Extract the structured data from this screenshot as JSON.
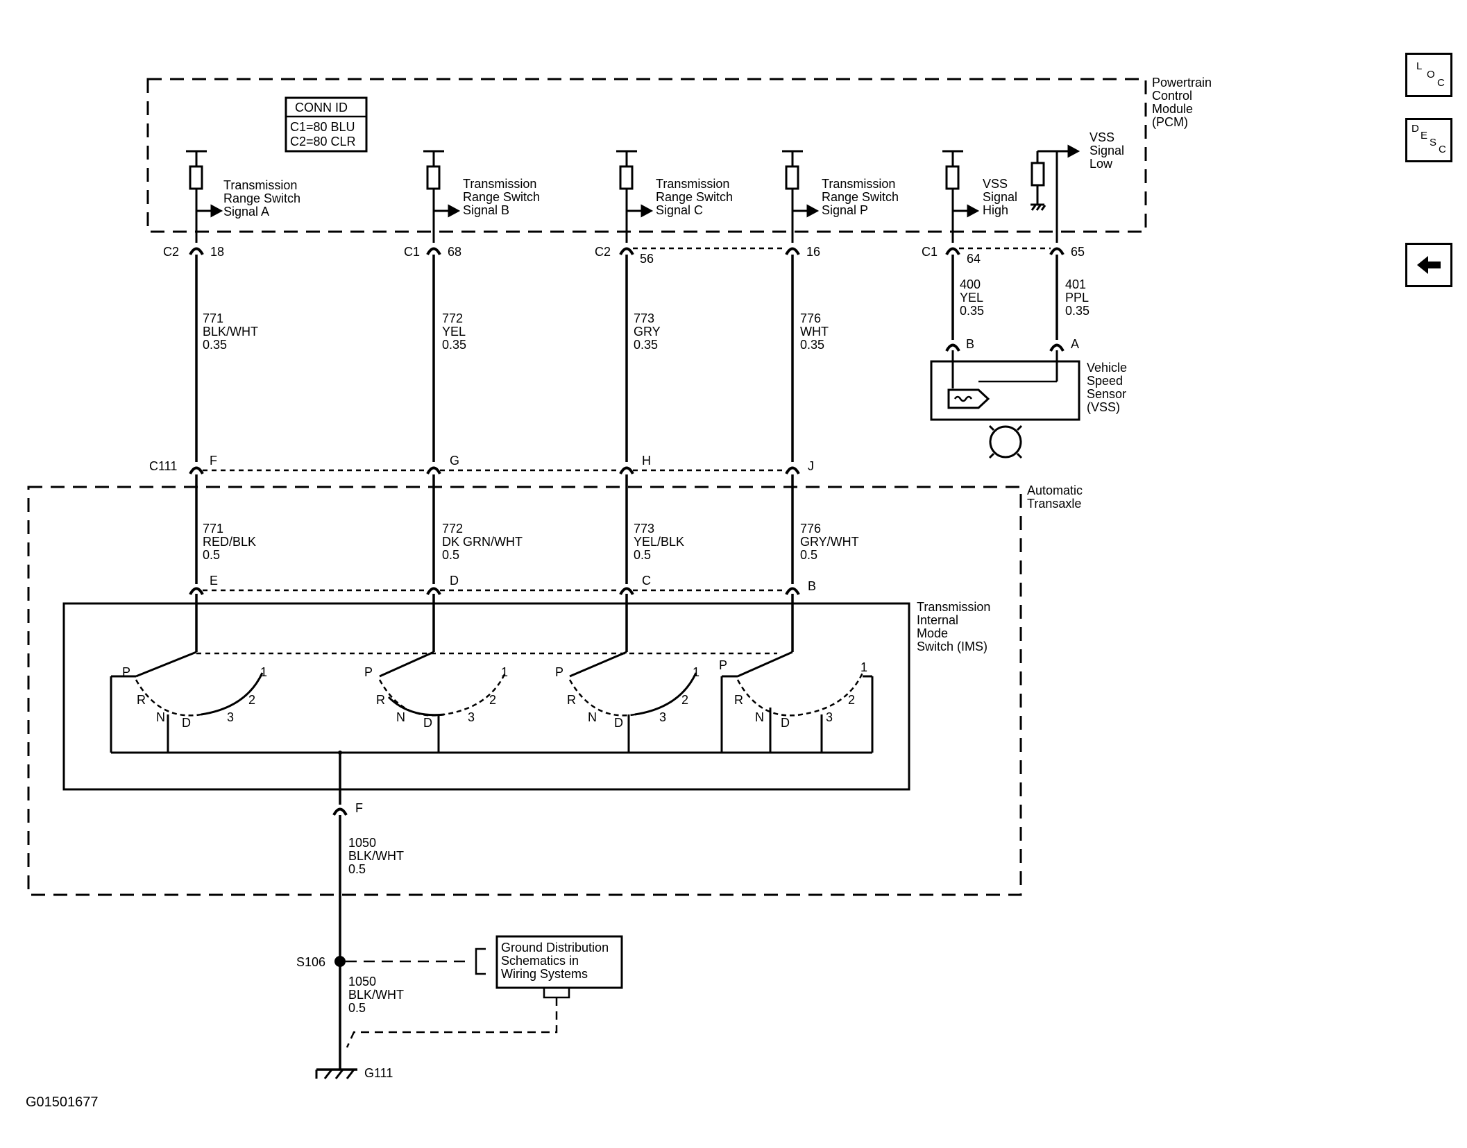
{
  "pcm": {
    "label": [
      "Powertrain",
      "Control",
      "Module",
      "(PCM)"
    ],
    "conn_id_title": "CONN ID",
    "conn_id_rows": [
      "C1=80 BLU",
      "C2=80 CLR"
    ],
    "signals": [
      {
        "lines": [
          "Transmission",
          "Range Switch",
          "Signal A"
        ]
      },
      {
        "lines": [
          "Transmission",
          "Range Switch",
          "Signal B"
        ]
      },
      {
        "lines": [
          "Transmission",
          "Range Switch",
          "Signal C"
        ]
      },
      {
        "lines": [
          "Transmission",
          "Range Switch",
          "Signal P"
        ]
      },
      {
        "lines": [
          "VSS",
          "Signal",
          "High"
        ]
      },
      {
        "lines": [
          "VSS",
          "Signal",
          "Low"
        ]
      }
    ],
    "pins": [
      {
        "conn": "C2",
        "pin": "18"
      },
      {
        "conn": "C1",
        "pin": "68"
      },
      {
        "conn": "C2",
        "pin": "56"
      },
      {
        "conn": "",
        "pin": "16"
      },
      {
        "conn": "C1",
        "pin": "64"
      },
      {
        "conn": "",
        "pin": "65"
      }
    ]
  },
  "upper_wires": [
    {
      "circuit": "771",
      "color": "BLK/WHT",
      "gauge": "0.35"
    },
    {
      "circuit": "772",
      "color": "YEL",
      "gauge": "0.35"
    },
    {
      "circuit": "773",
      "color": "GRY",
      "gauge": "0.35"
    },
    {
      "circuit": "776",
      "color": "WHT",
      "gauge": "0.35"
    },
    {
      "circuit": "400",
      "color": "YEL",
      "gauge": "0.35"
    },
    {
      "circuit": "401",
      "color": "PPL",
      "gauge": "0.35"
    }
  ],
  "vss": {
    "label": [
      "Vehicle",
      "Speed",
      "Sensor",
      "(VSS)"
    ],
    "pin_b": "B",
    "pin_a": "A"
  },
  "c111": {
    "name": "C111",
    "pins": [
      "F",
      "G",
      "H",
      "J"
    ]
  },
  "transaxle": {
    "label": [
      "Automatic",
      "Transaxle"
    ]
  },
  "lower_wires": [
    {
      "circuit": "771",
      "color": "RED/BLK",
      "gauge": "0.5"
    },
    {
      "circuit": "772",
      "color": "DK GRN/WHT",
      "gauge": "0.5"
    },
    {
      "circuit": "773",
      "color": "YEL/BLK",
      "gauge": "0.5"
    },
    {
      "circuit": "776",
      "color": "GRY/WHT",
      "gauge": "0.5"
    }
  ],
  "ims": {
    "label": [
      "Transmission",
      "Internal",
      "Mode",
      "Switch (IMS)"
    ],
    "pins": [
      "E",
      "D",
      "C",
      "B"
    ],
    "positions": [
      "P",
      "R",
      "N",
      "D",
      "3",
      "2",
      "1"
    ],
    "ground_pin": "F"
  },
  "ground_wire": {
    "circuit": "1050",
    "color": "BLK/WHT",
    "gauge": "0.5"
  },
  "splice": "S106",
  "ground_wire2": {
    "circuit": "1050",
    "color": "BLK/WHT",
    "gauge": "0.5"
  },
  "ground_ref": [
    "Ground Distribution",
    "Schematics in",
    "Wiring Systems"
  ],
  "ground": "G111",
  "figure_id": "G01501677",
  "nav": {
    "loc": [
      "L",
      "O",
      "C"
    ],
    "desc": [
      "D",
      "E",
      "S",
      "C"
    ],
    "back": "back-arrow-icon"
  }
}
